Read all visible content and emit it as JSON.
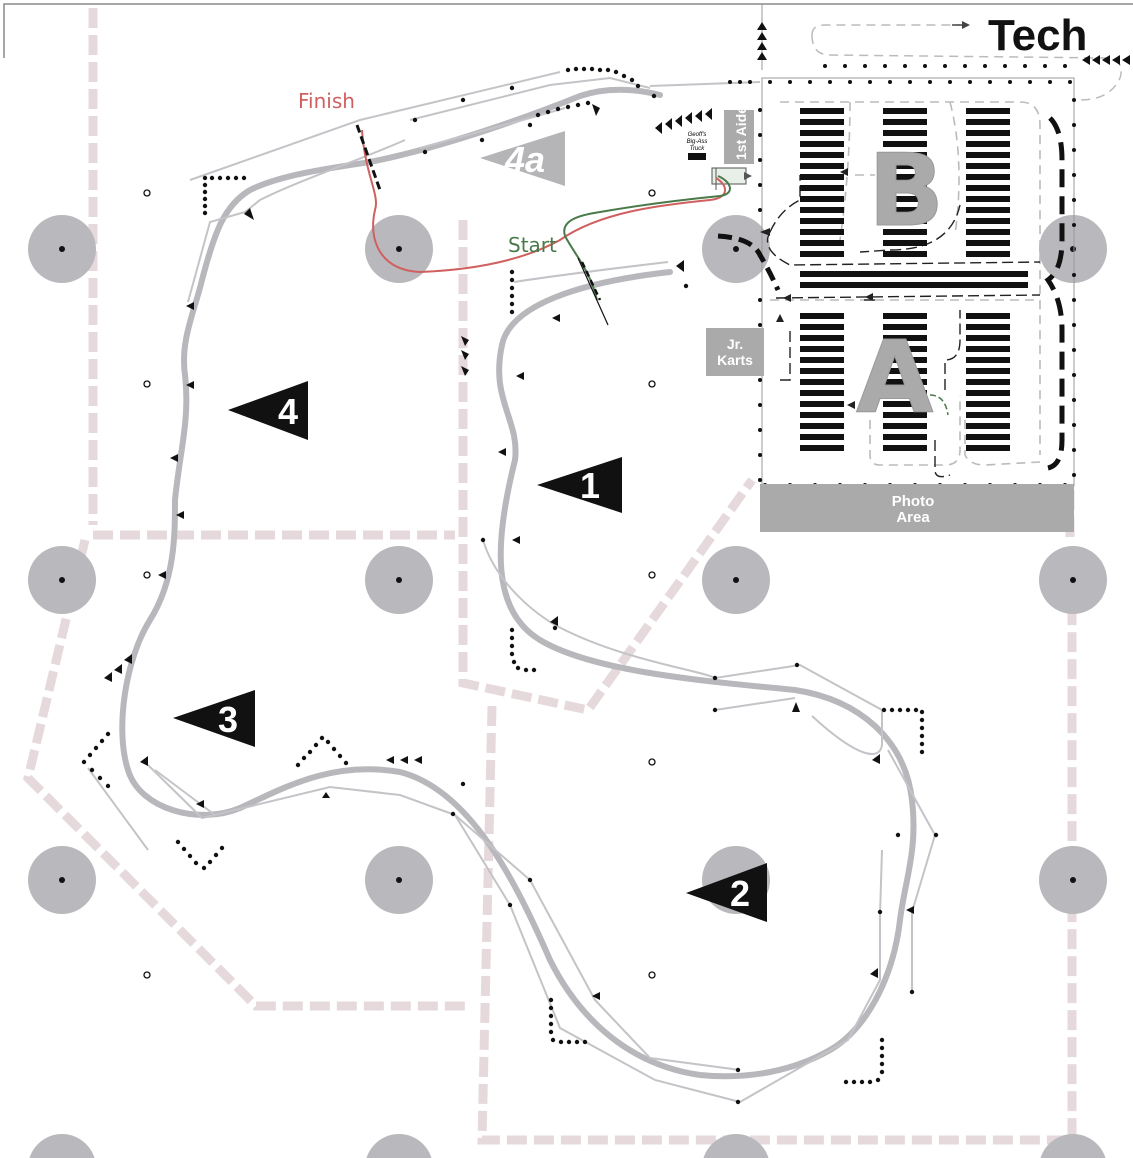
{
  "labels": {
    "tech": "Tech",
    "finish": "Finish",
    "start": "Start",
    "first_aid": "1st Aide",
    "truck_line1": "Geoff's",
    "truck_line2": "Big-Ass",
    "truck_line3": "Truck",
    "jr_karts_line1": "Jr.",
    "jr_karts_line2": "Karts",
    "photo_line1": "Photo",
    "photo_line2": "Area",
    "zone_a": "A",
    "zone_b": "B"
  },
  "sections": [
    {
      "id": "1",
      "label": "1"
    },
    {
      "id": "2",
      "label": "2"
    },
    {
      "id": "3",
      "label": "3"
    },
    {
      "id": "4",
      "label": "4"
    },
    {
      "id": "4a",
      "label": "4a"
    }
  ],
  "colors": {
    "finish_line": "#d06060",
    "start_line": "#4a7a4a",
    "course": "#b8b8bc",
    "light_pole": "#b9b9bd",
    "boundary": "#e6d9dc",
    "paddock_box": "#aaaaaa",
    "cones": "#111111"
  }
}
